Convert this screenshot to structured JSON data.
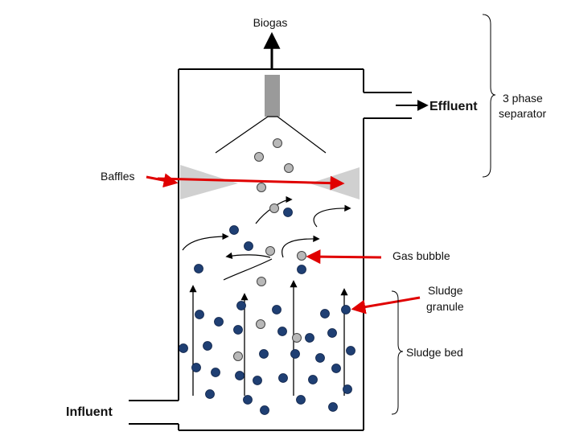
{
  "labels": {
    "biogas": "Biogas",
    "effluent": "Effluent",
    "separator_line1": "3 phase",
    "separator_line2": "separator",
    "baffles": "Baffles",
    "gas_bubble": "Gas bubble",
    "sludge_granule_line1": "Sludge",
    "sludge_granule_line2": "granule",
    "sludge_bed": "Sludge bed",
    "influent": "Influent"
  },
  "colors": {
    "outline": "#000000",
    "pointer_arrow": "#e00000",
    "gas_bubble": "#b8b8b8",
    "sludge_granule": "#1f3f73",
    "baffle": "#d0d0d0",
    "gas_pipe": "#9a9a9a"
  }
}
